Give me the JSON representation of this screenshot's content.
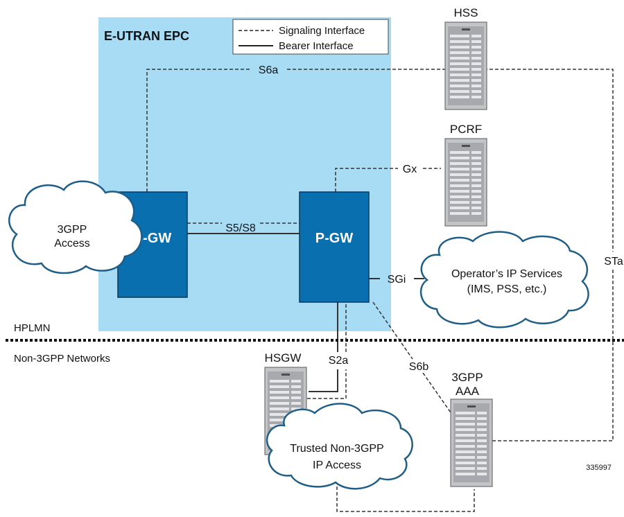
{
  "legend": {
    "signaling": "Signaling Interface",
    "bearer": "Bearer Interface"
  },
  "regions": {
    "epc_title": "E-UTRAN EPC",
    "hplmn": "HPLMN",
    "non3gpp": "Non-3GPP Networks"
  },
  "nodes": {
    "sgw": "S-GW",
    "pgw": "P-GW",
    "hss": "HSS",
    "pcrf": "PCRF",
    "hsgw": "HSGW",
    "aaa_line1": "3GPP",
    "aaa_line2": "AAA"
  },
  "clouds": {
    "access_line1": "3GPP",
    "access_line2": "Access",
    "ops_line1": "Operator’s IP Services",
    "ops_line2": "(IMS, PSS, etc.)",
    "trusted_line1": "Trusted Non-3GPP",
    "trusted_line2": "IP Access"
  },
  "interfaces": {
    "s6a": "S6a",
    "gx": "Gx",
    "s5s8": "S5/S8",
    "sgi": "SGi",
    "s2a": "S2a",
    "s6b": "S6b",
    "sta": "STa"
  },
  "figure_id": "335997",
  "colors": {
    "epc_region": "#a8dcf5",
    "gateway_fill": "#0a6fae",
    "gateway_stroke": "#08385c",
    "server_fill": "#bcbec0",
    "line": "#333333"
  }
}
